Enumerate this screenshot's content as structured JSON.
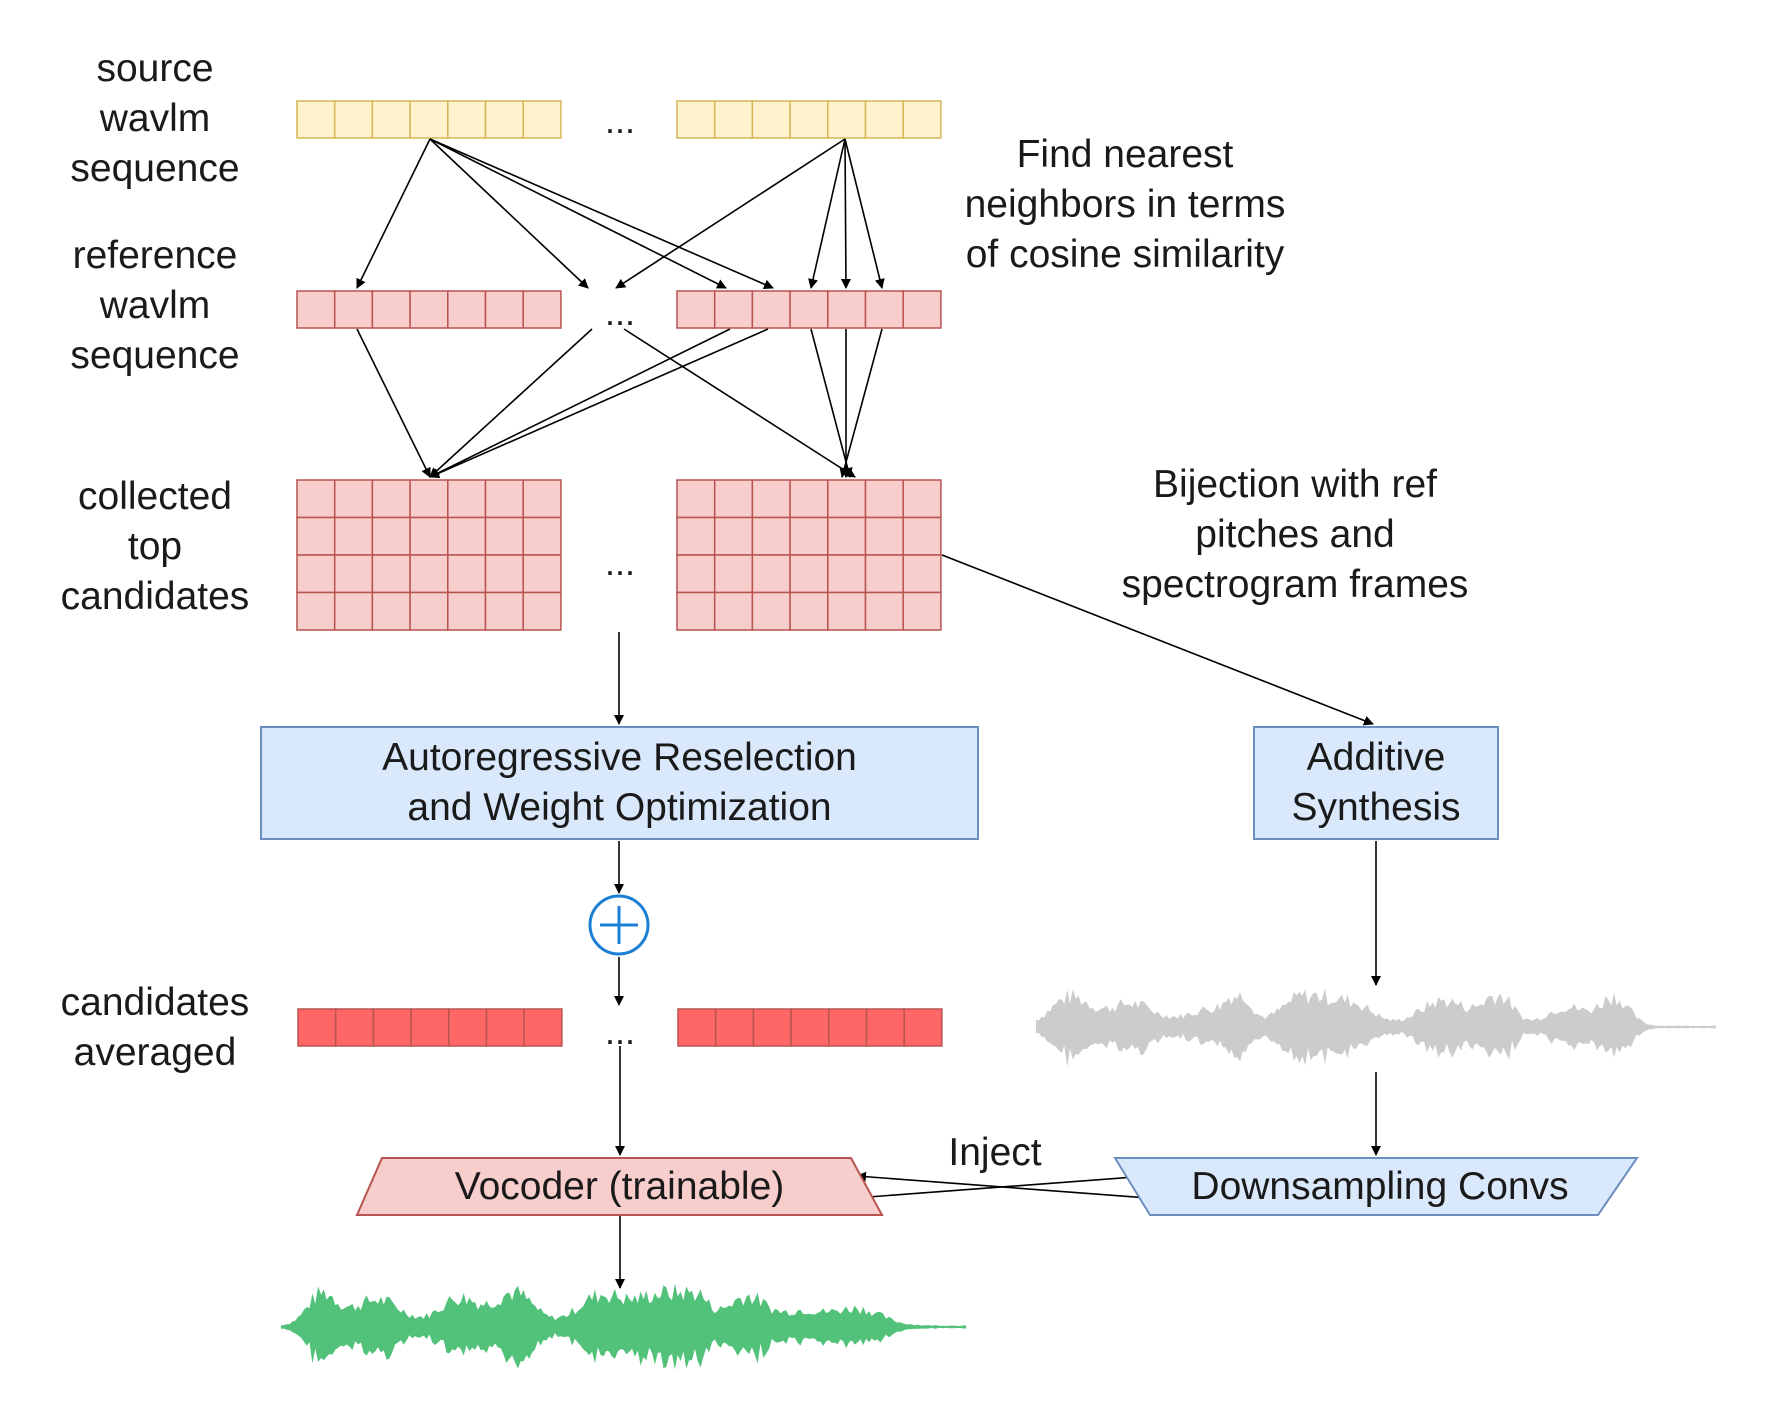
{
  "rows": {
    "source": "source\nwavlm\nsequence",
    "reference": "reference\nwavlm\nsequence",
    "collected": "collected\ntop\ncandidates",
    "averaged": "candidates\naveraged"
  },
  "annotations": {
    "nearest": "Find nearest\nneighbors in terms\nof cosine similarity",
    "bijection": "Bijection with ref\npitches and\nspectrogram frames",
    "inject": "Inject",
    "ellipsis": "..."
  },
  "blocks": {
    "autoregressive": "Autoregressive Reselection\nand Weight Optimization",
    "additive": "Additive\nSynthesis",
    "vocoder": "Vocoder (trainable)",
    "downsampling": "Downsampling Convs"
  },
  "colors": {
    "source_fill": "#fff2cc",
    "source_stroke": "#d6b656",
    "ref_fill": "#f8cecc",
    "ref_stroke": "#b85450",
    "avg_fill": "#ff6666",
    "avg_stroke": "#b85450",
    "block_fill": "#dae8fc",
    "block_stroke": "#6c8ebf",
    "sum_node": "#1b7fd6",
    "waveform_input": "#cccccc",
    "waveform_output": "#52c27a"
  },
  "icons": {
    "sum": "plus-circle-icon"
  }
}
